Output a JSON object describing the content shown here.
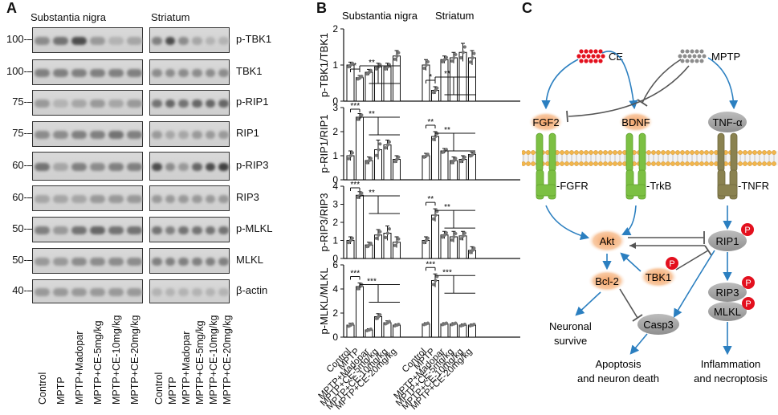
{
  "panels": {
    "A": "A",
    "B": "B",
    "C": "C"
  },
  "blot": {
    "regions": [
      "Substantia nigra",
      "Striatum"
    ],
    "rows": [
      {
        "label": "p-TBK1",
        "mw": "100-"
      },
      {
        "label": "TBK1",
        "mw": "100-"
      },
      {
        "label": "p-RIP1",
        "mw": "75-"
      },
      {
        "label": "RIP1",
        "mw": "75-"
      },
      {
        "label": "p-RIP3",
        "mw": "60-"
      },
      {
        "label": "RIP3",
        "mw": "60-"
      },
      {
        "label": "p-MLKL",
        "mw": "50-"
      },
      {
        "label": "MLKL",
        "mw": "50-"
      },
      {
        "label": "β-actin",
        "mw": "40-"
      }
    ],
    "lanes": [
      "Control",
      "MPTP",
      "MPTP+Madopar",
      "MPTP+CE-5mg/kg",
      "MPTP+CE-10mg/kg",
      "MPTP+CE-20mg/kg"
    ]
  },
  "chart_data": [
    {
      "type": "bar",
      "ylabel": "p-TBK1/TBK1",
      "ylim": [
        0,
        2
      ],
      "ticks": [
        "0",
        "1",
        "2"
      ],
      "categories": [
        "Control",
        "MPTP",
        "MPTP+Madopar",
        "MPTP+CE-5mg/kg",
        "MPTP+CE-10mg/kg",
        "MPTP+CE-20mg/kg"
      ],
      "series": [
        {
          "name": "Substantia nigra",
          "values": [
            1.0,
            0.65,
            0.8,
            0.95,
            0.95,
            1.25
          ],
          "errors": [
            0.08,
            0.06,
            0.08,
            0.1,
            0.1,
            0.15
          ]
        },
        {
          "name": "Striatum",
          "values": [
            1.0,
            0.3,
            1.15,
            1.2,
            1.35,
            1.2
          ],
          "errors": [
            0.15,
            0.1,
            0.1,
            0.15,
            0.25,
            0.2
          ]
        }
      ],
      "sig": [
        [
          "*",
          "*"
        ],
        [
          "**",
          "**"
        ]
      ]
    },
    {
      "type": "bar",
      "ylabel": "p-RIP1/RIP1",
      "ylim": [
        0,
        3
      ],
      "ticks": [
        "0",
        "1",
        "2",
        "3"
      ],
      "categories": [
        "Control",
        "MPTP",
        "MPTP+Madopar",
        "MPTP+CE-5mg/kg",
        "MPTP+CE-10mg/kg",
        "MPTP+CE-20mg/kg"
      ],
      "series": [
        {
          "name": "Substantia nigra",
          "values": [
            1.0,
            2.6,
            0.8,
            1.25,
            1.45,
            0.85
          ],
          "errors": [
            0.2,
            0.15,
            0.15,
            0.4,
            0.2,
            0.15
          ]
        },
        {
          "name": "Striatum",
          "values": [
            1.0,
            1.8,
            1.2,
            0.8,
            0.85,
            1.05
          ],
          "errors": [
            0.1,
            0.2,
            0.1,
            0.15,
            0.15,
            0.1
          ]
        }
      ],
      "sig": [
        [
          "***",
          "**"
        ],
        [
          "**",
          "**"
        ]
      ]
    },
    {
      "type": "bar",
      "ylabel": "p-RIP3/RIP3",
      "ylim": [
        0,
        4
      ],
      "ticks": [
        "0",
        "1",
        "2",
        "3",
        "4"
      ],
      "categories": [
        "Control",
        "MPTP",
        "MPTP+Madopar",
        "MPTP+CE-5mg/kg",
        "MPTP+CE-10mg/kg",
        "MPTP+CE-20mg/kg"
      ],
      "series": [
        {
          "name": "Substantia nigra",
          "values": [
            1.0,
            3.5,
            0.75,
            1.3,
            1.4,
            0.9
          ],
          "errors": [
            0.2,
            0.2,
            0.15,
            0.3,
            0.4,
            0.3
          ]
        },
        {
          "name": "Striatum",
          "values": [
            1.0,
            2.4,
            1.3,
            1.2,
            1.25,
            0.45
          ],
          "errors": [
            0.2,
            0.35,
            0.2,
            0.3,
            0.25,
            0.2
          ]
        }
      ],
      "sig": [
        [
          "***",
          "**"
        ],
        [
          "**",
          "**"
        ]
      ]
    },
    {
      "type": "bar",
      "ylabel": "p-MLKL/MLKL",
      "ylim": [
        0,
        6
      ],
      "ticks": [
        "0",
        "2",
        "4",
        "6"
      ],
      "categories": [
        "Control",
        "MPTP",
        "MPTP+Madopar",
        "MPTP+CE-5mg/kg",
        "MPTP+CE-10mg/kg",
        "MPTP+CE-20mg/kg"
      ],
      "series": [
        {
          "name": "Substantia nigra",
          "values": [
            1.0,
            4.2,
            0.6,
            1.7,
            1.2,
            1.0
          ],
          "errors": [
            0.15,
            0.3,
            0.1,
            0.25,
            0.15,
            0.1
          ]
        },
        {
          "name": "Striatum",
          "values": [
            1.1,
            4.7,
            1.1,
            1.1,
            1.0,
            1.0
          ],
          "errors": [
            0.1,
            0.55,
            0.1,
            0.1,
            0.1,
            0.1
          ]
        }
      ],
      "sig": [
        [
          "***",
          "***"
        ],
        [
          "***",
          "***"
        ]
      ]
    }
  ],
  "diagram": {
    "ce": "CE",
    "mptp": "MPTP",
    "fgf2": "FGF2",
    "bdnf": "BDNF",
    "tnf": "TNF-α",
    "fgfr": "-FGFR",
    "trkb": "-TrkB",
    "tnfr": "-TNFR",
    "akt": "Akt",
    "rip1": "RIP1",
    "tbk1": "TBK1",
    "bcl2": "Bcl-2",
    "rip3": "RIP3",
    "mlkl": "MLKL",
    "casp3": "Casp3",
    "p": "P",
    "neuronal": "Neuronal",
    "survive": "survive",
    "apoptosis1": "Apoptosis",
    "apoptosis2": "and neuron death",
    "inflam1": "Inflammation",
    "inflam2": "and necroptosis",
    "colors": {
      "arrow": "#2b7fc0",
      "receptor": "#7cc043",
      "tnfr": "#8a8250",
      "node": "#a9a9a9",
      "glow": "#f6b98a",
      "p": "#e3101e",
      "ce": "#e3101e",
      "mptp": "#8c8c8c"
    }
  }
}
